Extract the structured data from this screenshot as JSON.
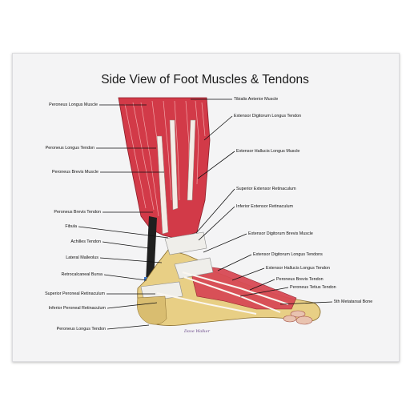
{
  "title": "Side View of Foot Muscles & Tendons",
  "signature": "Dave Walker",
  "labels_left": [
    "Peroneus Longus Muscle",
    "Peroneus Longus Tendon",
    "Peroneus Brevis Muscle",
    "Peroneus Brevis Tendon",
    "Fibula",
    "Achilles Tendon",
    "Lateral Malleolus",
    "Retrocalcaneal Bursa",
    "Superior Peroneal Retinaculum",
    "Inferior Peroneal Retinaculum",
    "Peroneus Longus Tendon"
  ],
  "labels_right": [
    "Tibialis Anterior Muscle",
    "Extensor Digitorum Longus Tendon",
    "Extensor Hallucis Longus Muscle",
    "Superior Extensor Retinaculum",
    "Inferior Extensor Retinaculum",
    "Extensor Digitorum Brevis Muscle",
    "Extensor Digitorum Longus Tendons",
    "Extensor Hallucis Longus Tendon",
    "Peroneus Brevis Tendon",
    "Peroneus Tetius Tendon",
    "5th Metatarsal Bone"
  ]
}
